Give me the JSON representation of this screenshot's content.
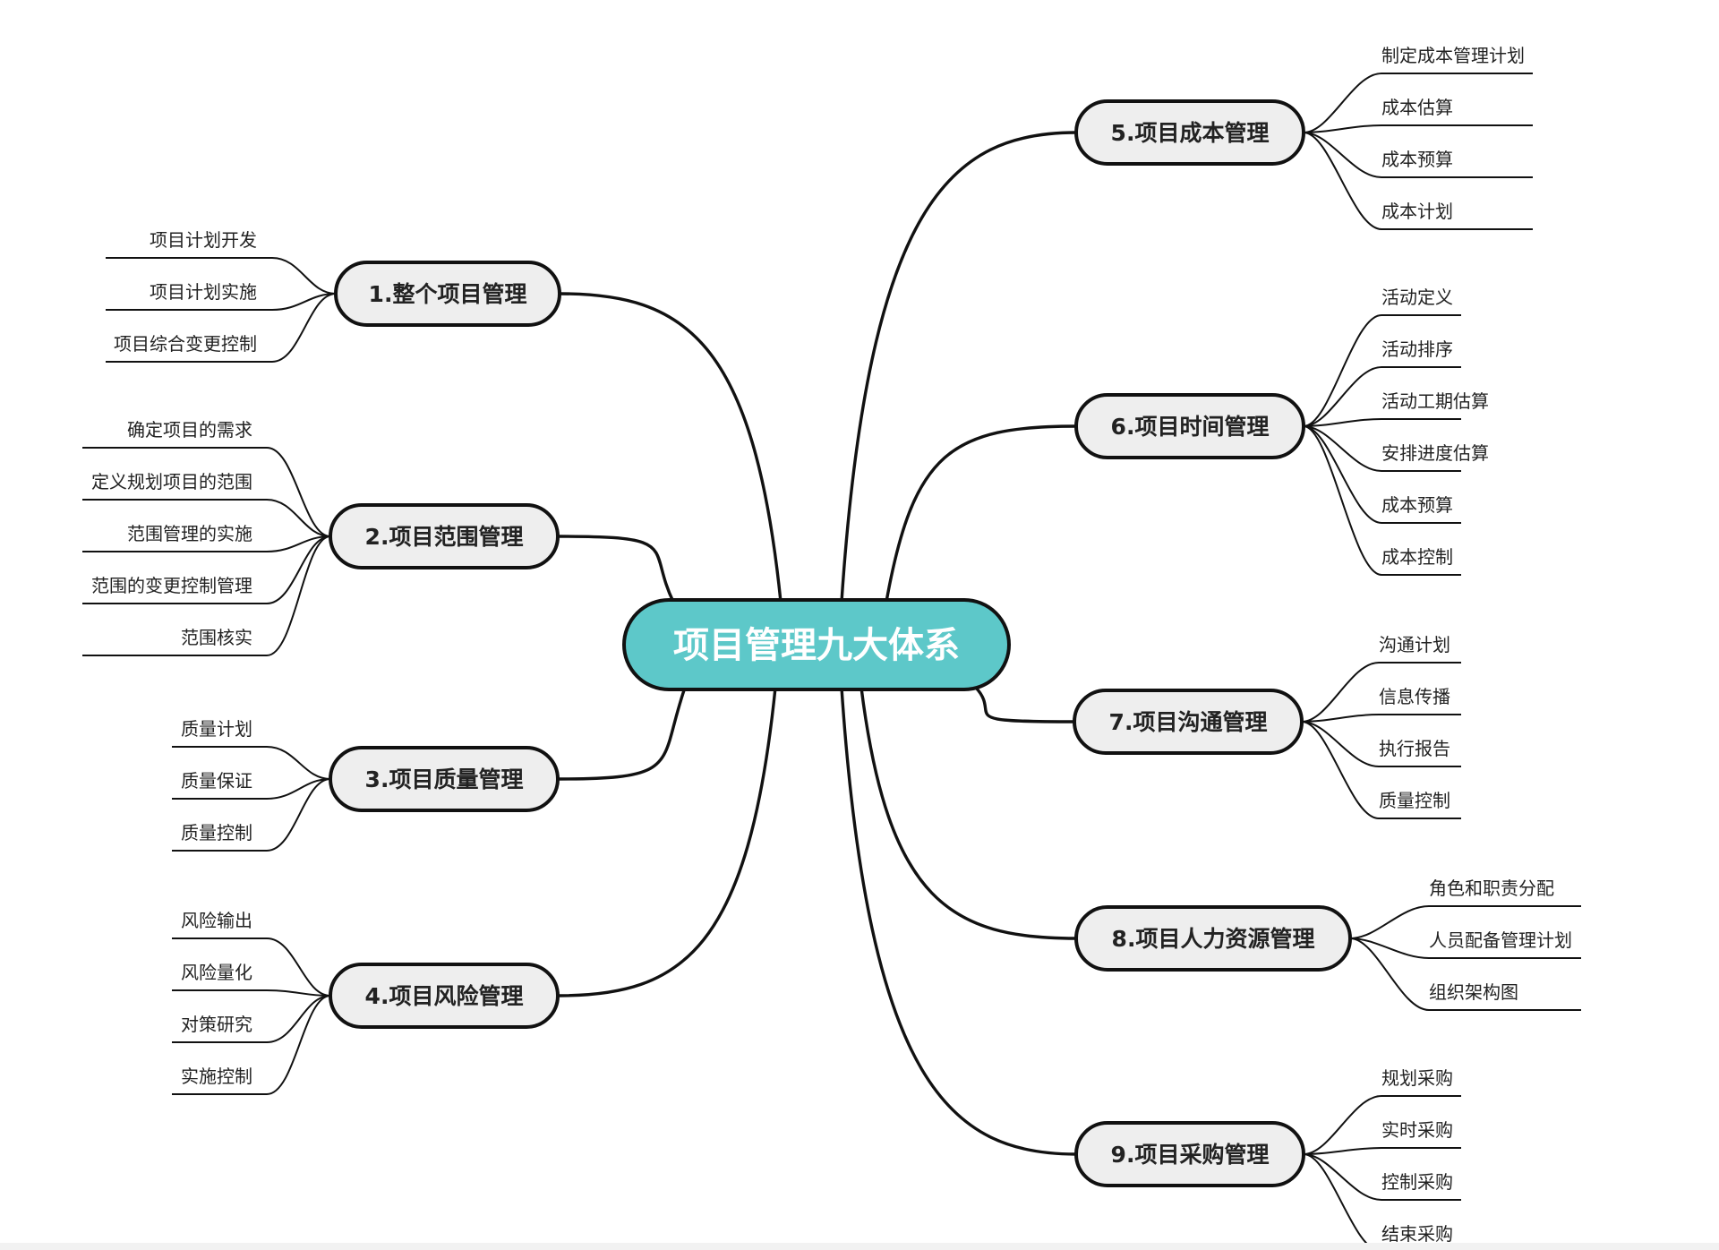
{
  "central": {
    "label": "项目管理九大体系"
  },
  "branches": [
    {
      "label": "1.整个项目管理",
      "leaves": [
        "项目计划开发",
        "项目计划实施",
        "项目综合变更控制"
      ]
    },
    {
      "label": "2.项目范围管理",
      "leaves": [
        "确定项目的需求",
        "定义规划项目的范围",
        "范围管理的实施",
        "范围的变更控制管理",
        "范围核实"
      ]
    },
    {
      "label": "3.项目质量管理",
      "leaves": [
        "质量计划",
        "质量保证",
        "质量控制"
      ]
    },
    {
      "label": "4.项目风险管理",
      "leaves": [
        "风险输出",
        "风险量化",
        "对策研究",
        "实施控制"
      ]
    },
    {
      "label": "5.项目成本管理",
      "leaves": [
        "制定成本管理计划",
        "成本估算",
        "成本预算",
        "成本计划"
      ]
    },
    {
      "label": "6.项目时间管理",
      "leaves": [
        "活动定义",
        "活动排序",
        "活动工期估算",
        "安排进度估算",
        "成本预算",
        "成本控制"
      ]
    },
    {
      "label": "7.项目沟通管理",
      "leaves": [
        "沟通计划",
        "信息传播",
        "执行报告",
        "质量控制"
      ]
    },
    {
      "label": "8.项目人力资源管理",
      "leaves": [
        "角色和职责分配",
        "人员配备管理计划",
        "组织架构图"
      ]
    },
    {
      "label": "9.项目采购管理",
      "leaves": [
        "规划采购",
        "实时采购",
        "控制采购",
        "结束采购"
      ]
    }
  ],
  "colors": {
    "central_fill": "#5dc8c9",
    "branch_fill": "#eeeeee",
    "line": "#111111"
  }
}
